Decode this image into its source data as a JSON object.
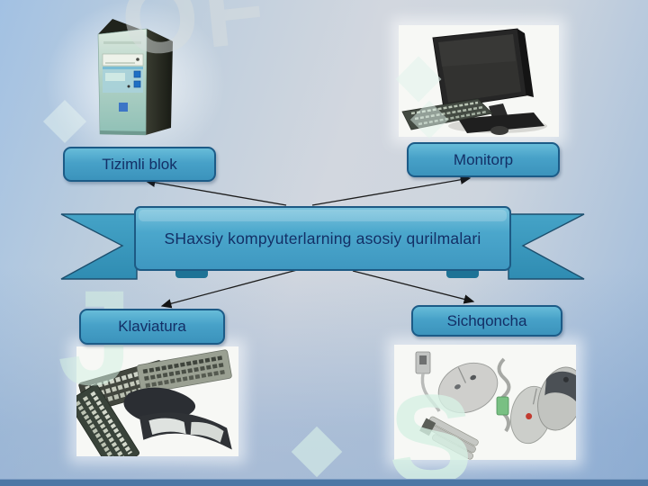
{
  "slide": {
    "title": "SHaxsiy kompyuterlarning asosiy qurilmalari",
    "labels": {
      "system_unit": "Tizimli blok",
      "monitor": "Monitorp",
      "keyboard": "Klaviatura",
      "mouse": "Sichqoncha"
    },
    "watermark": {
      "text": "JSOFT",
      "fragments": {
        "f1": "OF",
        "f2": "J",
        "f3": "S"
      }
    },
    "images": {
      "system_unit": "computer-tower-photo",
      "monitor": "monitor-with-keyboard-photo",
      "keyboard": "keyboards-collage-photo",
      "mouse": "computer-mice-photo"
    },
    "colors": {
      "background_top": "#a2c1e3",
      "background_mid": "#d2d7df",
      "background_bottom": "#9db8d6",
      "bottom_bar": "#4e77a5",
      "box_fill": "#47a1c8",
      "box_border": "#1c5b87",
      "ribbon_fill": "#3b9cc3",
      "text": "#132f66",
      "watermark_mint": "#d7eee0",
      "arrow": "#1c1c1c"
    }
  }
}
